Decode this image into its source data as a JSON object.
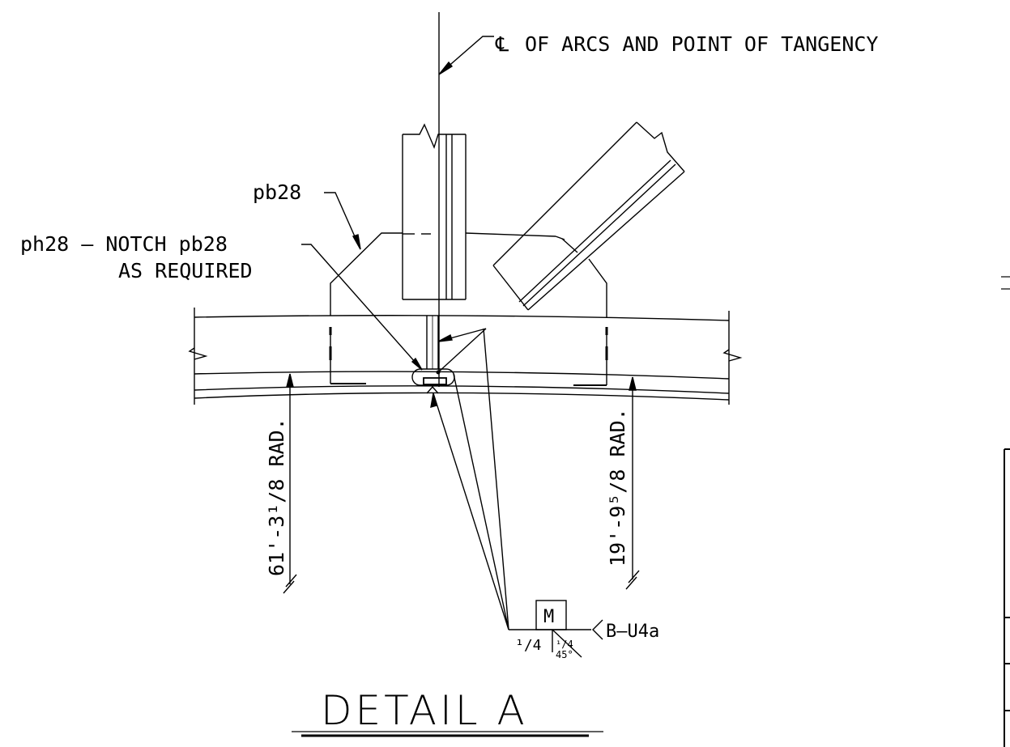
{
  "labels": {
    "centerline_symbol": "℄",
    "centerline_text": "OF ARCS AND POINT OF TANGENCY",
    "pb28": "pb28",
    "ph28_line1": "ph28 — NOTCH pb28",
    "ph28_line2": "AS REQUIRED",
    "rad_left": "61'-3¹/8 RAD.",
    "rad_right": "19'-9⁵/8 RAD.",
    "weld_symbol": "M",
    "weld_ref": "B—U4a",
    "weld_size": "¹/4",
    "weld_frac": "¹/4",
    "weld_angle": "45°",
    "title": "DETAIL A"
  }
}
